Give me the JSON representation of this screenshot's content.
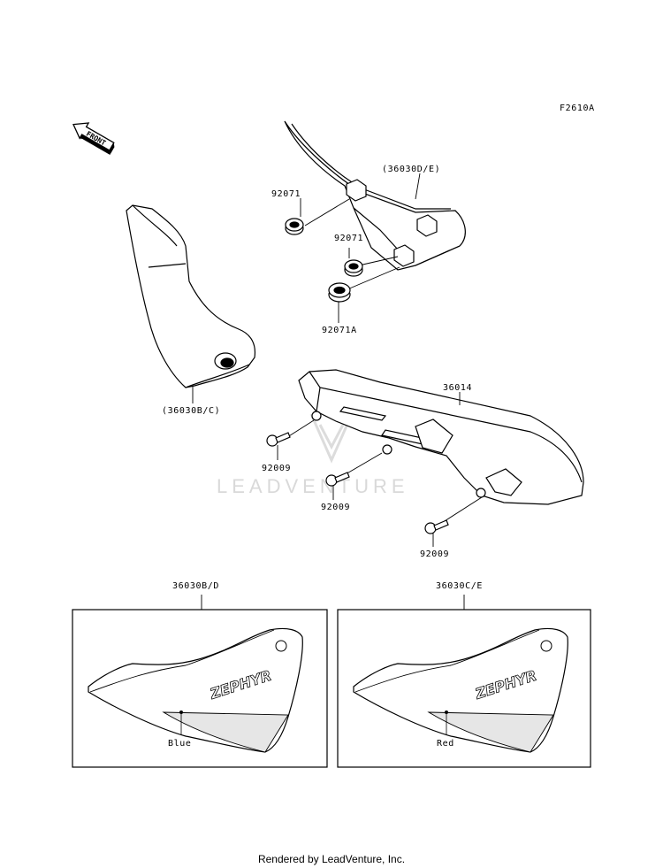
{
  "diagram_code": "F2610A",
  "front_label": "FRONT",
  "watermark": "LEADVENTURE",
  "parts": {
    "cover_right_upper": "(36030D/E)",
    "grommet_1": "92071",
    "grommet_2": "92071",
    "grommet_a": "92071A",
    "cover_left": "(36030B/C)",
    "chain_case": "36014",
    "screw_1": "92009",
    "screw_2": "92009",
    "screw_3": "92009"
  },
  "color_variants": [
    {
      "part": "36030B/D",
      "color": "Blue"
    },
    {
      "part": "36030C/E",
      "color": "Red"
    }
  ],
  "footer": "Rendered by LeadVenture, Inc."
}
